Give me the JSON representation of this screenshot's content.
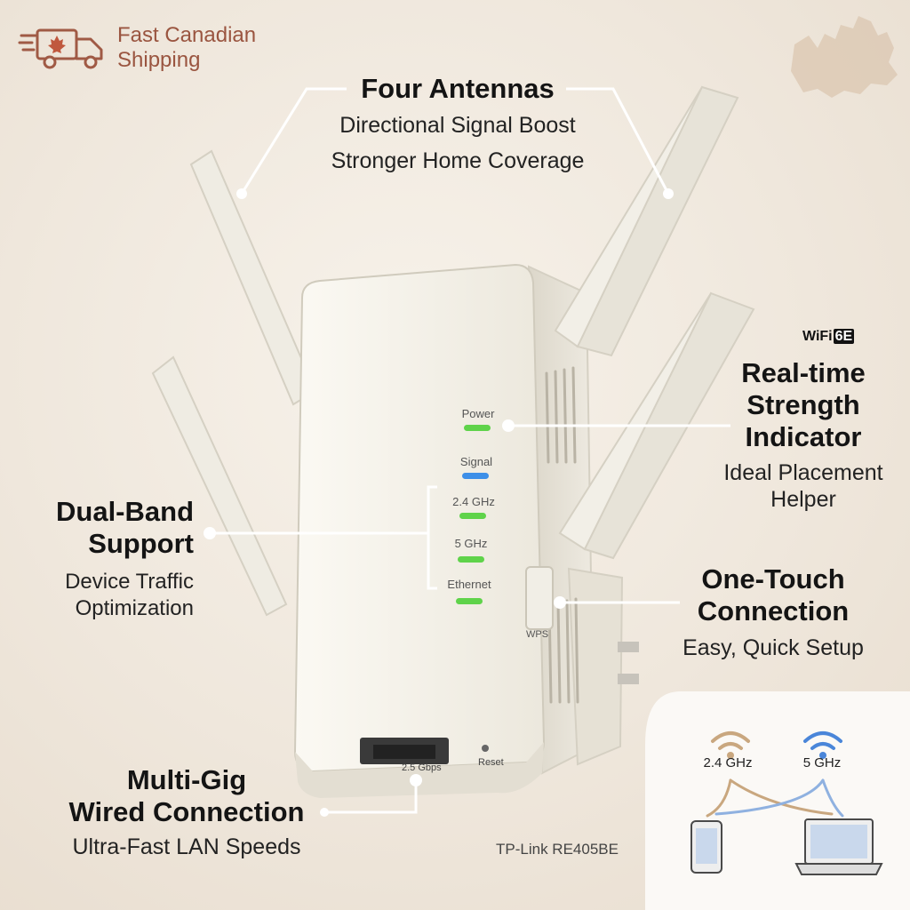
{
  "shipping": {
    "line1": "Fast Canadian",
    "line2": "Shipping"
  },
  "antennas": {
    "title": "Four Antennas",
    "line1": "Directional Signal Boost",
    "line2": "Stronger Home Coverage"
  },
  "wifi_badge": {
    "prefix": "WiFi",
    "badge": "6E"
  },
  "realtime": {
    "line1": "Real-time",
    "line2": "Strength",
    "line3": "Indicator",
    "sub1": "Ideal Placement",
    "sub2": "Helper"
  },
  "dualband": {
    "line1": "Dual-Band",
    "line2": "Support",
    "sub1": "Device Traffic",
    "sub2": "Optimization"
  },
  "onetouch": {
    "line1": "One-Touch",
    "line2": "Connection",
    "sub": "Easy, Quick Setup"
  },
  "multigig": {
    "line1": "Multi-Gig",
    "line2": "Wired Connection",
    "sub": "Ultra-Fast LAN Speeds"
  },
  "leds": [
    {
      "label": "Power",
      "color": "#5fd34a"
    },
    {
      "label": "Signal",
      "color": "#3d8fe8"
    },
    {
      "label": "2.4 GHz",
      "color": "#5fd34a"
    },
    {
      "label": "5 GHz",
      "color": "#5fd34a"
    },
    {
      "label": "Ethernet",
      "color": "#5fd34a"
    }
  ],
  "device": {
    "wps_label": "WPS",
    "port_label": "2.5 Gbps",
    "reset_label": "Reset"
  },
  "model": "TP-Link RE405BE",
  "bands": {
    "a": "2.4 GHz",
    "b": "5 GHz"
  },
  "colors": {
    "accent_ship": "#9a5540",
    "led_green": "#5fd34a",
    "led_blue": "#3d8fe8",
    "wifi_tan": "#c9a77f",
    "wifi_blue": "#4a86d9"
  }
}
